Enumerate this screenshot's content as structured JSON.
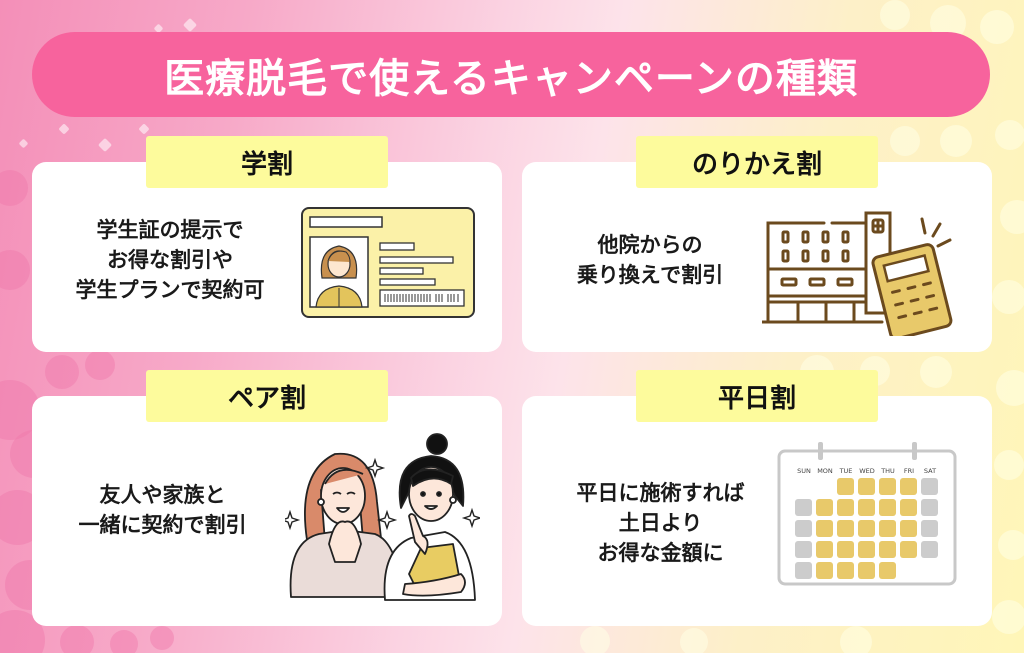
{
  "title": "医療脱毛で使えるキャンペーンの種類",
  "colors": {
    "title_bg": "#f7639d",
    "label_bg": "#fdfb9c",
    "card_bg": "#ffffff",
    "illustration_brown": "#6b4a1e",
    "illustration_gold": "#e8c96a",
    "calendar_gray": "#cccccc"
  },
  "cards": [
    {
      "label": "学割",
      "lines": [
        "学生証の提示で",
        "お得な割引や",
        "学生プランで契約可"
      ],
      "illustration": "student-id-card-icon"
    },
    {
      "label": "のりかえ割",
      "lines": [
        "他院からの",
        "乗り換えで割引"
      ],
      "illustration": "clinic-building-calculator-icon"
    },
    {
      "label": "ペア割",
      "lines": [
        "友人や家族と",
        "一緒に契約で割引"
      ],
      "illustration": "two-women-friends-icon"
    },
    {
      "label": "平日割",
      "lines": [
        "平日に施術すれば",
        "土日より",
        "お得な金額に"
      ],
      "illustration": "weekday-calendar-icon",
      "calendar": {
        "days": [
          "SUN",
          "MON",
          "TUE",
          "WED",
          "THU",
          "FRI",
          "SAT"
        ]
      }
    }
  ]
}
